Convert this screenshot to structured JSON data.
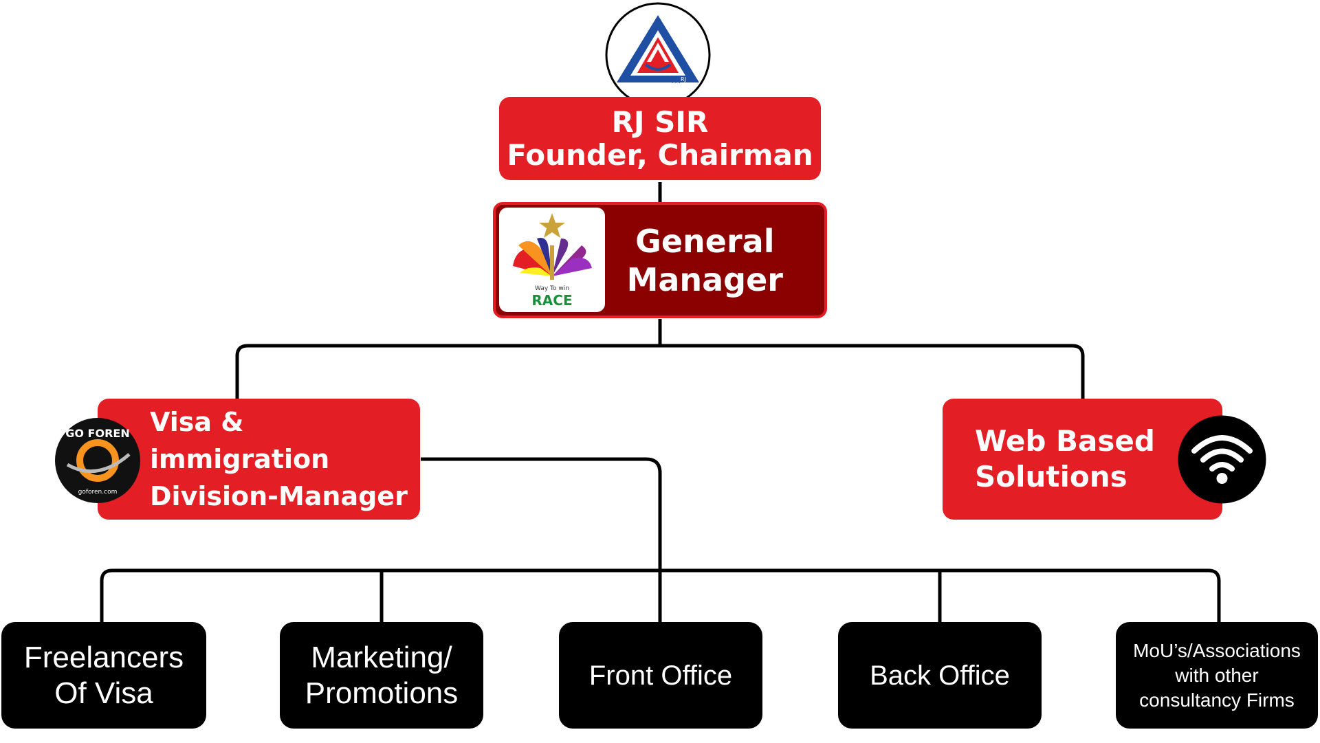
{
  "nodes": {
    "founder": {
      "line1": "RJ SIR",
      "line2": "Founder, Chairman"
    },
    "general_manager": {
      "label": "General\nManager"
    },
    "visa_division": {
      "label": "Visa & immigration\nDivision-Manager"
    },
    "web_solutions": {
      "label": "Web Based\nSolutions"
    },
    "freelancers": {
      "label": "Freelancers\nOf Visa"
    },
    "marketing": {
      "label": "Marketing/\nPromotions"
    },
    "front_office": {
      "label": "Front Office"
    },
    "back_office": {
      "label": "Back Office"
    },
    "mou": {
      "label": "MoU’s/Associations\nwith other\nconsultancy Firms"
    }
  },
  "logos": {
    "top_logo": {
      "icon": "rj-triangle-logo",
      "text": "RJ"
    },
    "race_logo": {
      "icon": "race-fan-logo",
      "tagline": "Way To win",
      "text": "RACE"
    },
    "goforen_logo": {
      "icon": "goforen-globe-logo",
      "text": "GO FOREN",
      "url": "goforen.com"
    },
    "wifi": {
      "icon": "wifi-icon"
    }
  },
  "colors": {
    "red": "#e31e24",
    "dark_red": "#8b0000",
    "black": "#000000",
    "blue": "#1f4fa3"
  }
}
